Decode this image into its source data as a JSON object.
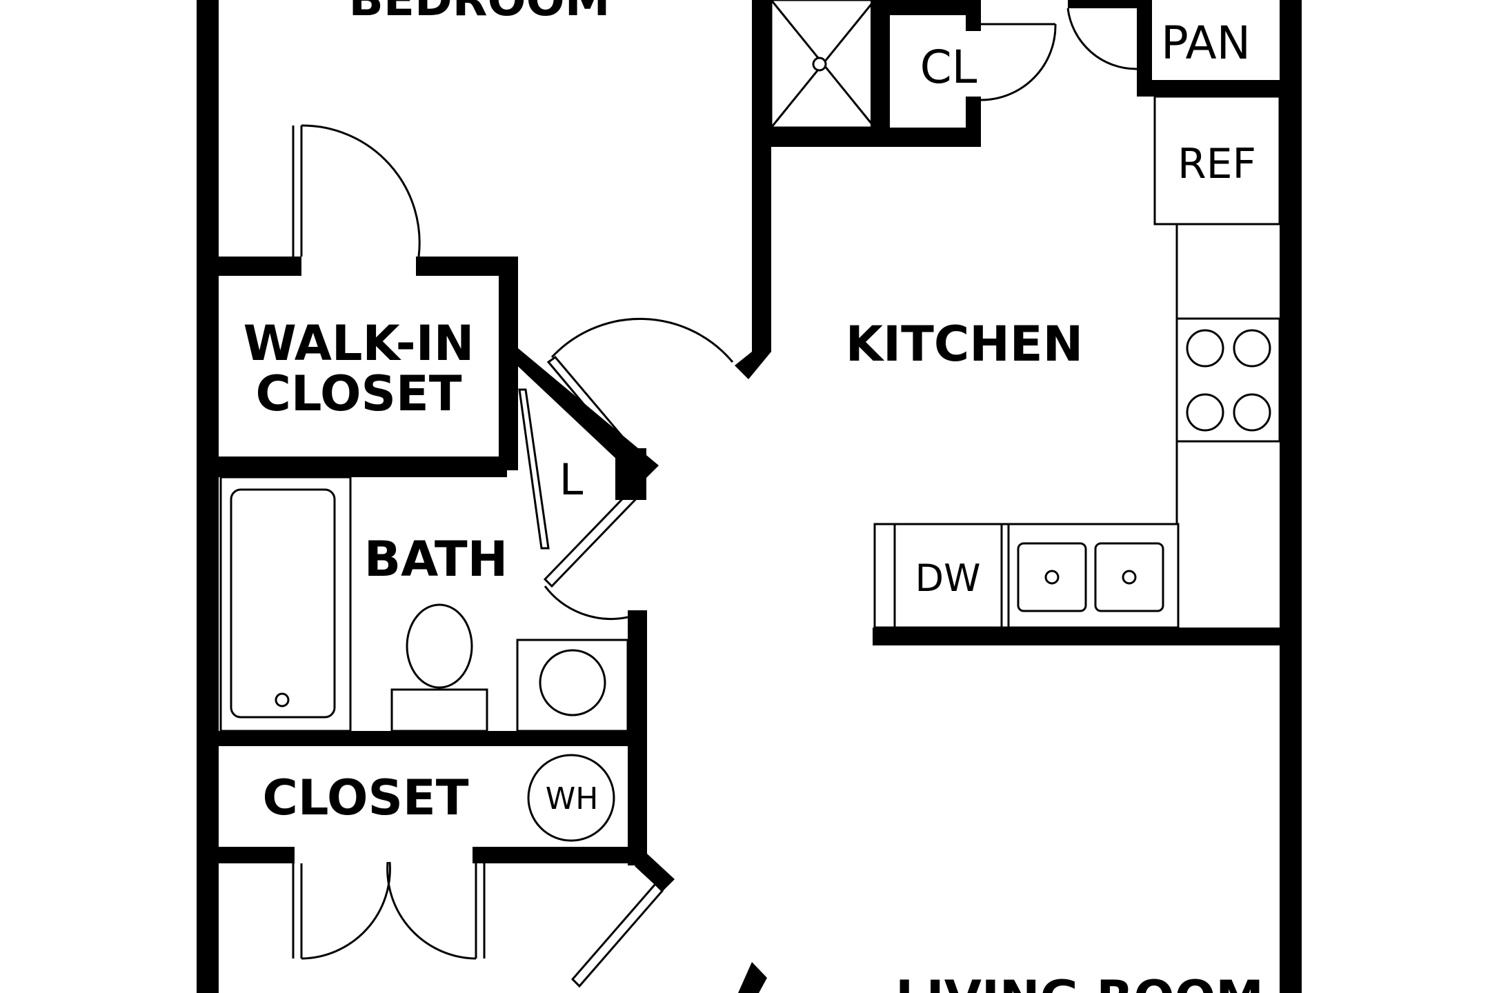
{
  "labels": {
    "bedroom": "BEDROOM",
    "closet_cl": "CL",
    "pantry": "PAN",
    "refrigerator": "REF",
    "walk_in_line1": "WALK-IN",
    "walk_in_line2": "CLOSET",
    "kitchen": "KITCHEN",
    "linen": "L",
    "bath": "BATH",
    "dishwasher": "DW",
    "closet": "CLOSET",
    "water_heater": "WH",
    "living_room": "LIVING ROOM"
  }
}
